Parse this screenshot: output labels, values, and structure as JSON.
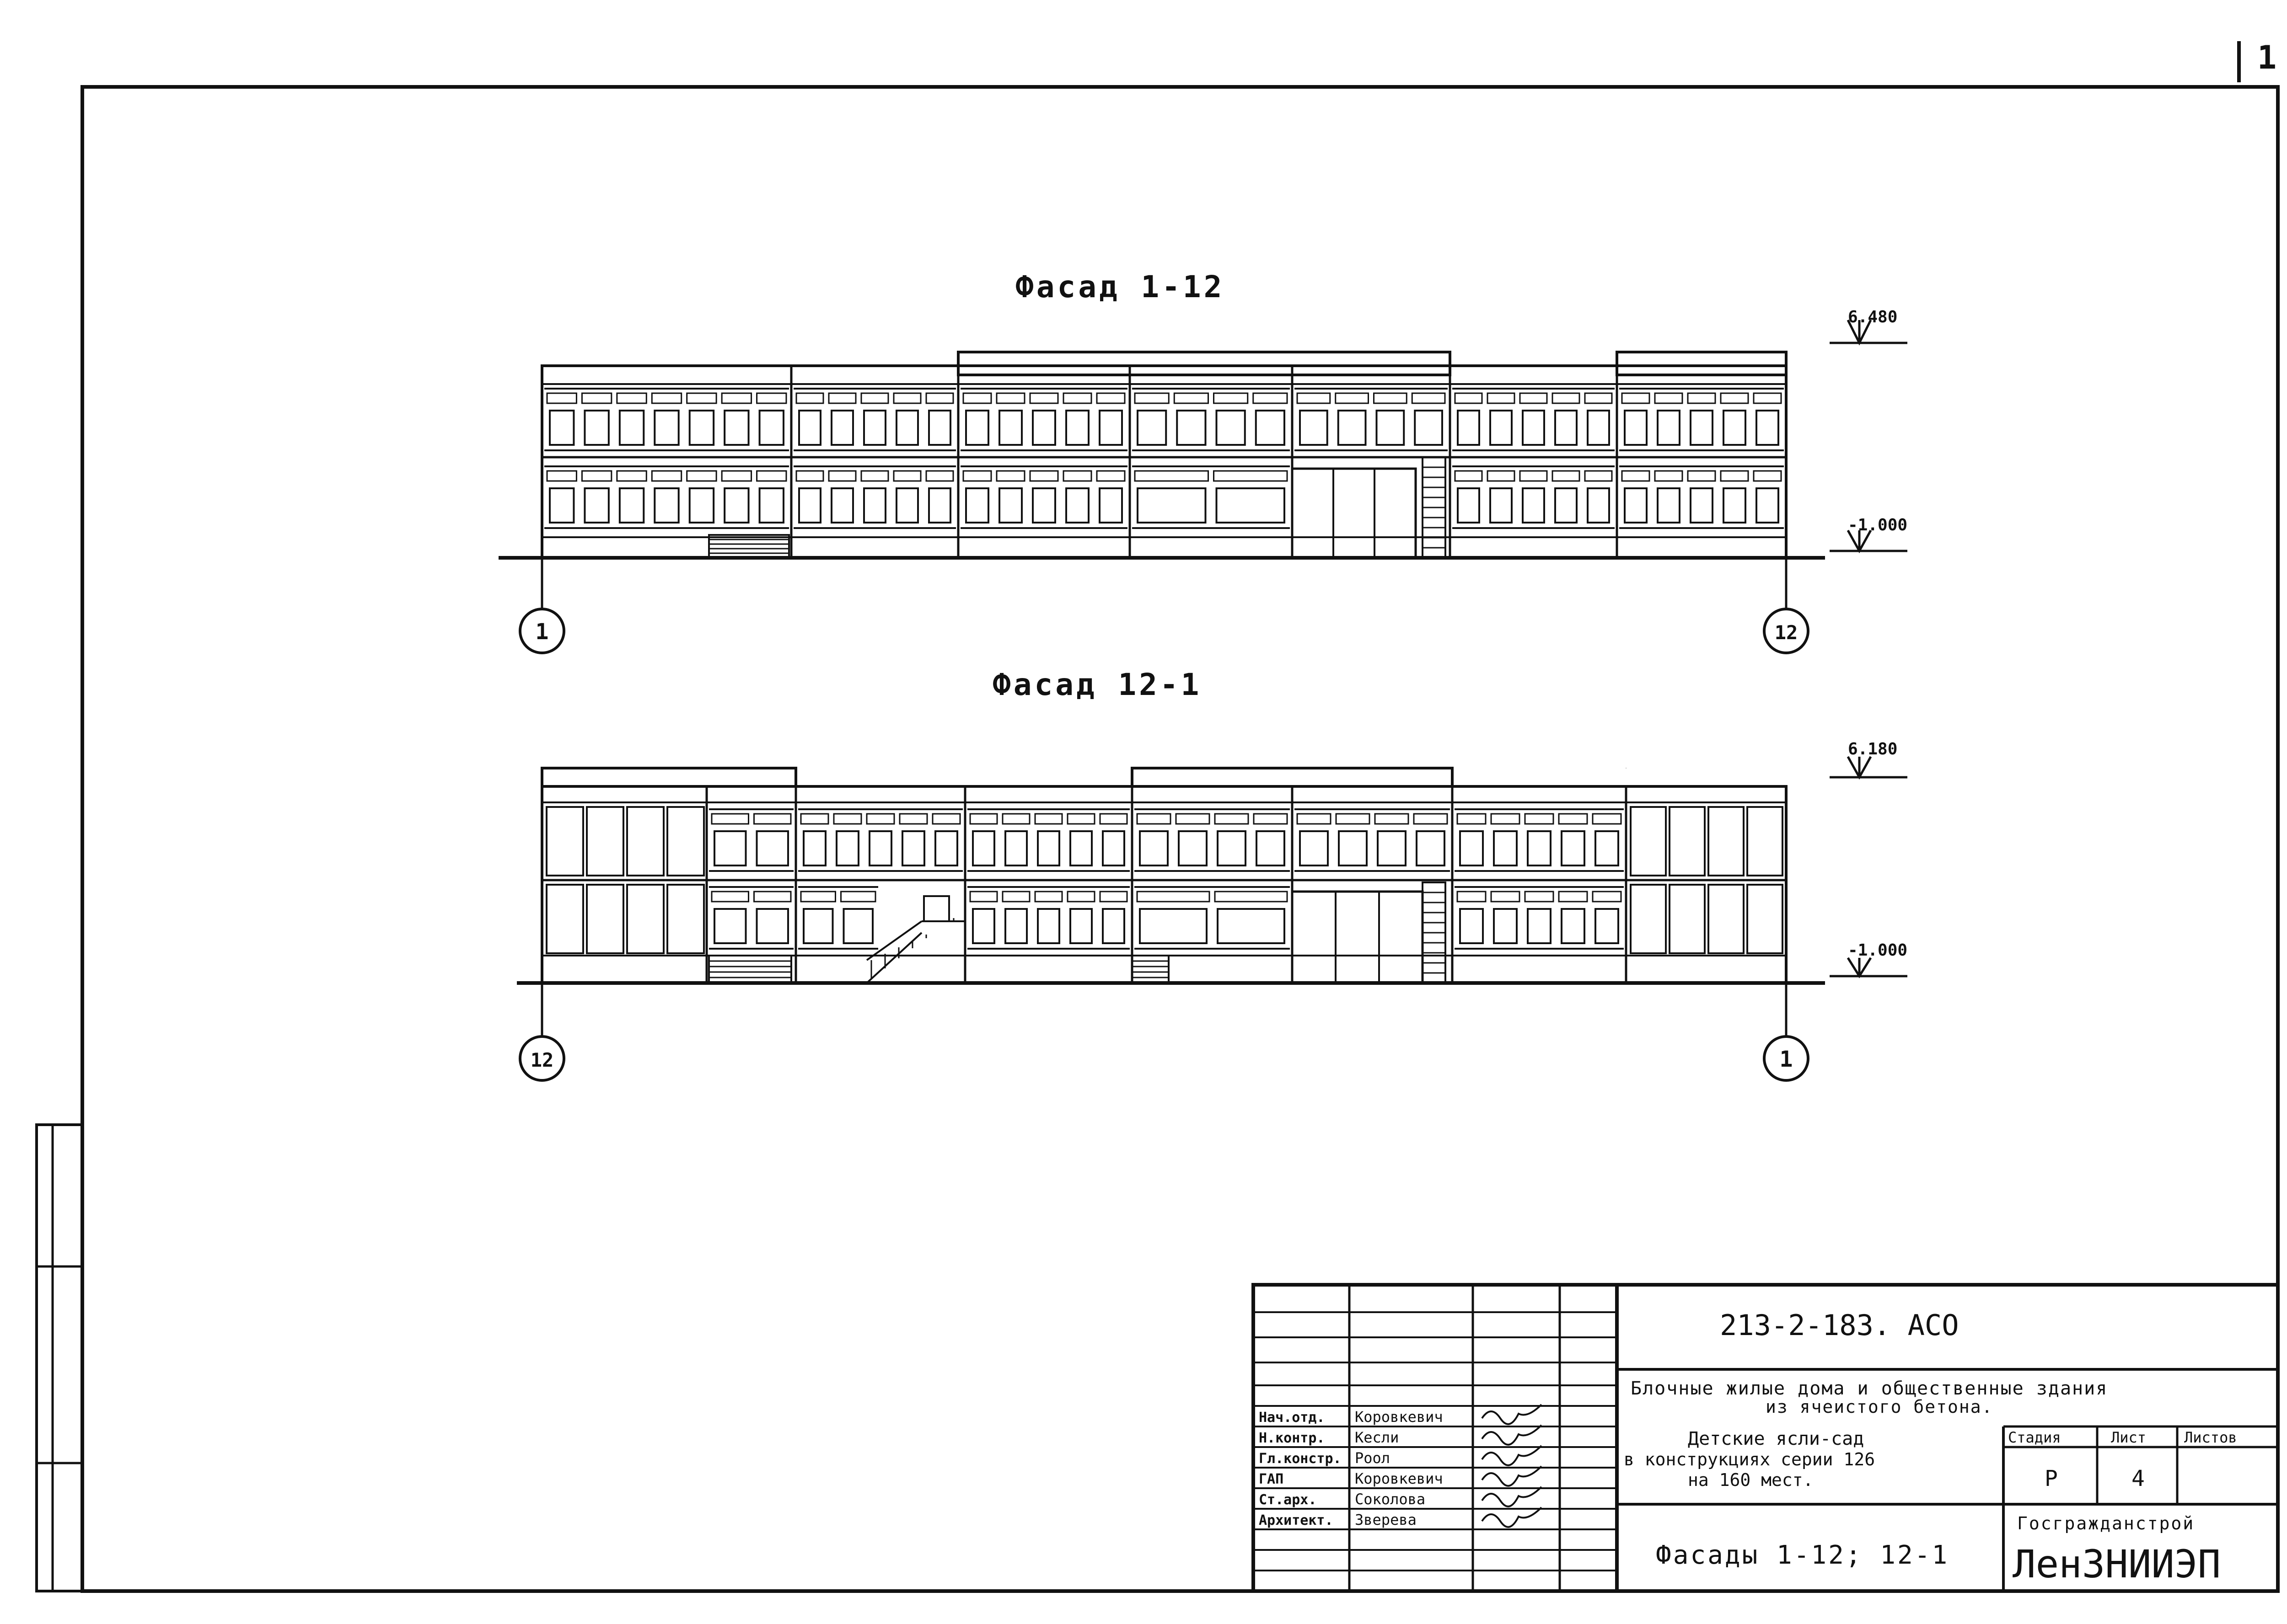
{
  "sheet_number_corner": "1",
  "facade_1": {
    "title": "Фасад 1-12",
    "level_top": "6.480",
    "level_bottom": "-1.000",
    "axis_left": "1",
    "axis_right": "12"
  },
  "facade_2": {
    "title": "Фасад 12-1",
    "level_top": "6.180",
    "level_bottom": "-1.000",
    "axis_left": "12",
    "axis_right": "1"
  },
  "title_block": {
    "code": "213-2-183. АСО",
    "series_line1": "Блочные жилые дома и общественные здания",
    "series_line2": "из ячеистого бетона.",
    "object_line1": "Детские ясли-сад",
    "object_line2": "в конструкциях серии 126",
    "object_line3": "на 160 мест.",
    "sheet_title": "Фасады 1-12; 12-1",
    "stage_header": "Стадия",
    "sheet_header": "Лист",
    "sheets_header": "Листов",
    "stage_value": "Р",
    "sheet_value": "4",
    "org_top": "Госгражданстрой",
    "org_name": "ЛенЗНИИЭП",
    "signatures": [
      {
        "role": "Нач.отд.",
        "name": "Коровкевич"
      },
      {
        "role": "Н.контр.",
        "name": "Кесли"
      },
      {
        "role": "Гл.констр.",
        "name": "Роол"
      },
      {
        "role": "ГАП",
        "name": "Коровкевич"
      },
      {
        "role": "Ст.арх.",
        "name": "Соколова"
      },
      {
        "role": "Архитект.",
        "name": "Зверева"
      }
    ]
  }
}
